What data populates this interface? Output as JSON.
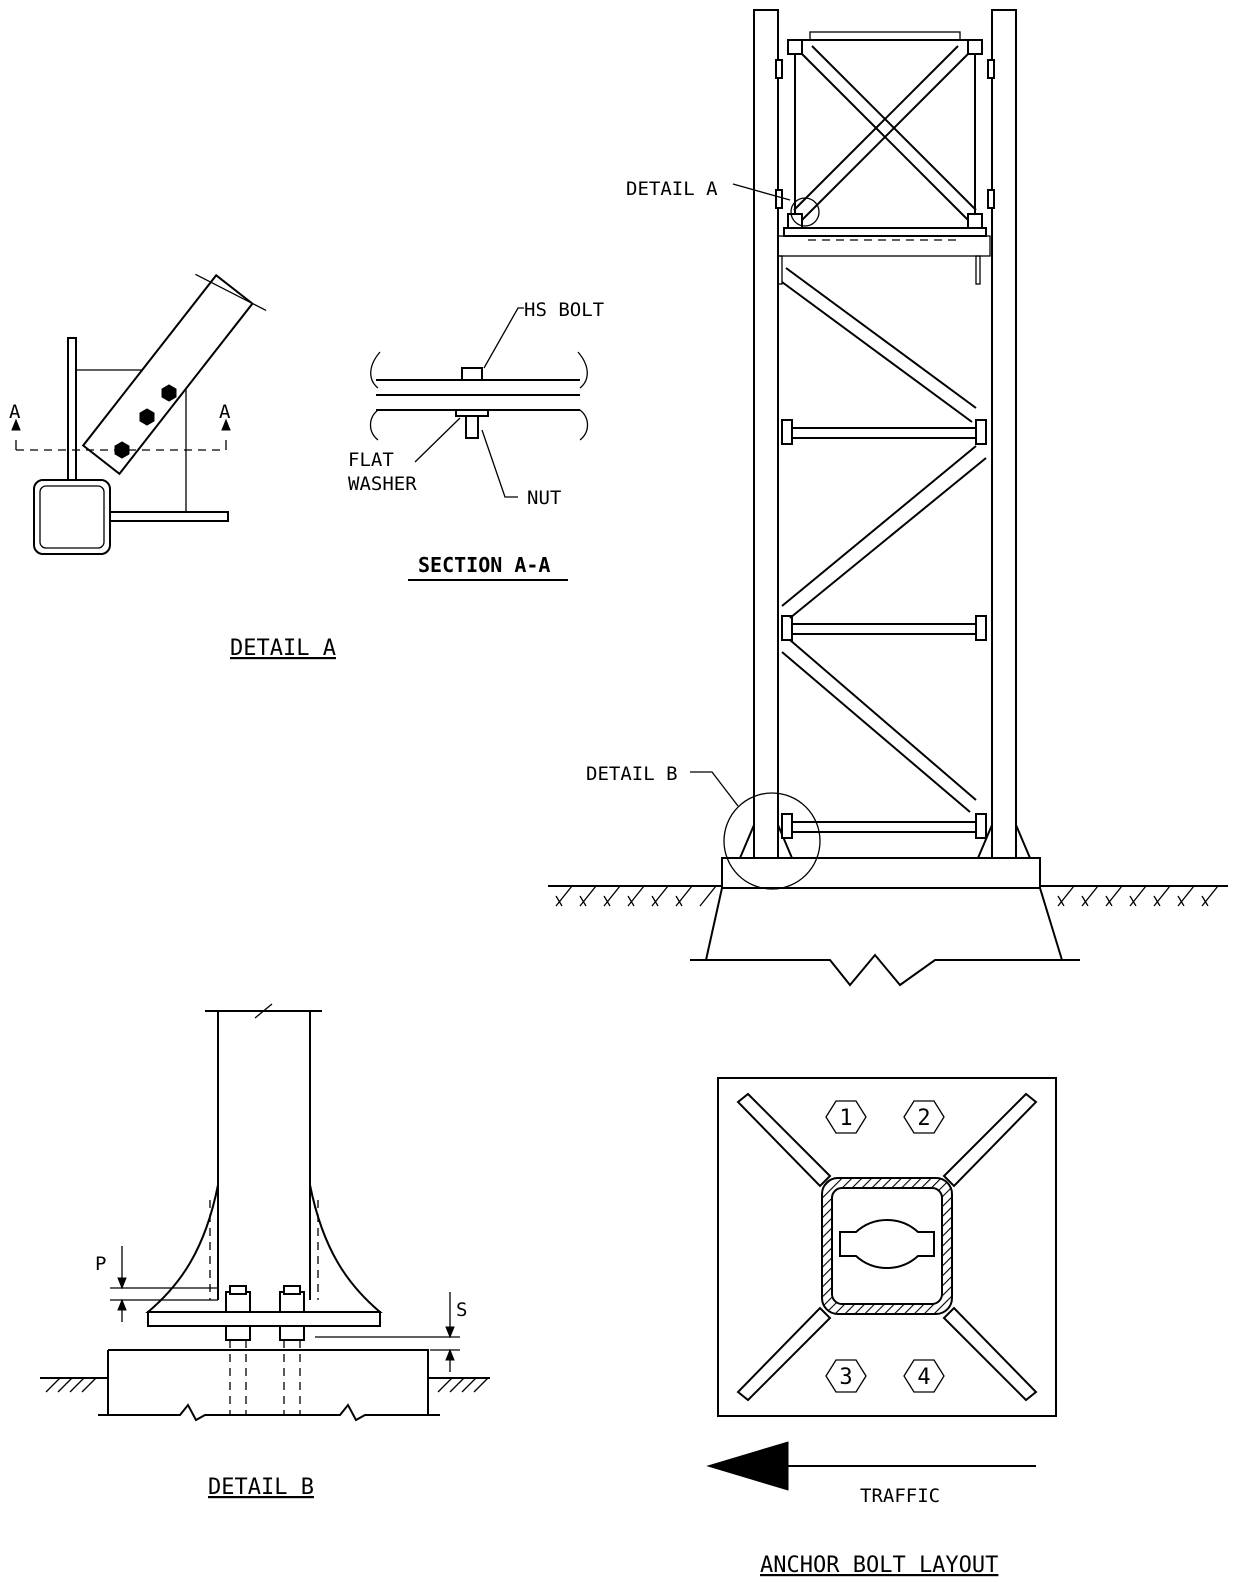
{
  "labels": {
    "detail_a_callout": "DETAIL A",
    "detail_b_callout": "DETAIL B",
    "detail_a_title": "DETAIL A",
    "detail_b_title": "DETAIL B",
    "section_title": "SECTION A-A",
    "section_mark_left": "A",
    "section_mark_right": "A",
    "hs_bolt": "HS BOLT",
    "flat_washer_1": "FLAT",
    "flat_washer_2": "WASHER",
    "nut": "NUT",
    "dim_p": "P",
    "dim_s": "S",
    "traffic": "TRAFFIC",
    "anchor_layout_title": "ANCHOR BOLT LAYOUT"
  },
  "anchor_bolts": [
    "1",
    "2",
    "3",
    "4"
  ]
}
